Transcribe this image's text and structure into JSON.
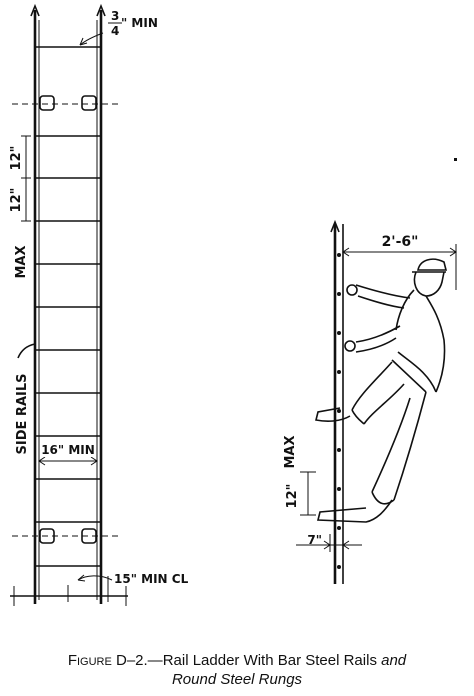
{
  "labels": {
    "top_fraction_num": "3",
    "top_fraction_den": "4",
    "top_min": "\"  MIN",
    "rung_spacing_1": "12\"",
    "rung_spacing_2": "12\"",
    "max_left": "MAX",
    "side_rails": "SIDE RAILS",
    "width_min": "16\" MIN",
    "clearance": "15\" MIN CL",
    "climber_reach": "2'-6\"",
    "max_right": "MAX",
    "rung_spacing_right": "12\"",
    "foot_clearance": "7\""
  },
  "caption": {
    "line1_prefix": "Figure D–2.—",
    "line1_main": "Rail Ladder With Bar Steel Rails",
    "line1_italic": "and",
    "line2_italic": "Round Steel Rungs"
  },
  "colors": {
    "ink": "#111111",
    "background": "#ffffff"
  }
}
